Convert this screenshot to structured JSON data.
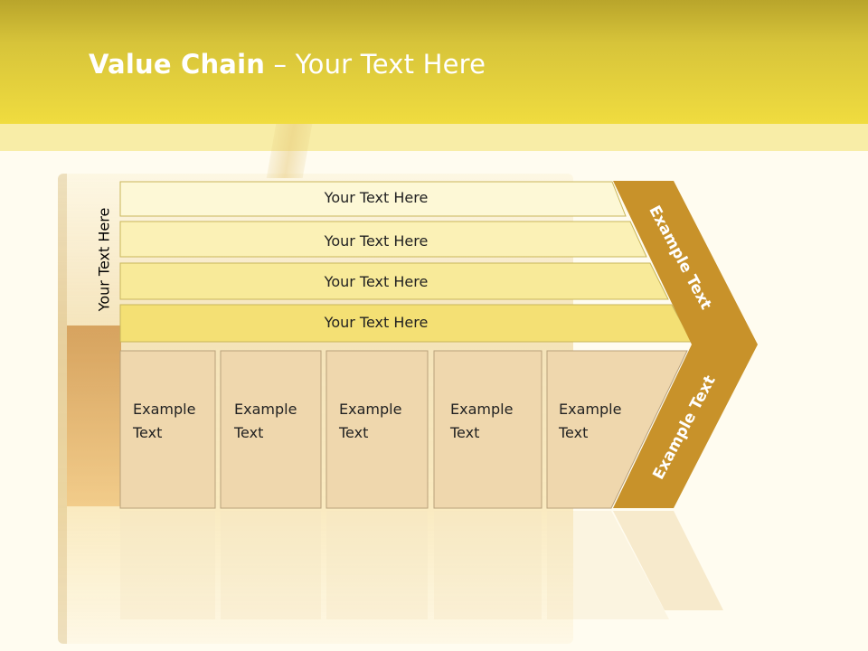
{
  "slide": {
    "title_bold": "Value Chain",
    "title_rest": " – Your Text Here",
    "vertical_label": "Your Text Here"
  },
  "bars": [
    {
      "label": "Your Text Here"
    },
    {
      "label": "Your Text Here"
    },
    {
      "label": "Your Text Here"
    },
    {
      "label": "Your Text Here"
    }
  ],
  "boxes": [
    {
      "line1": "Example",
      "line2": "Text"
    },
    {
      "line1": "Example",
      "line2": "Text"
    },
    {
      "line1": "Example",
      "line2": "Text"
    },
    {
      "line1": "Example",
      "line2": "Text"
    },
    {
      "line1": "Example",
      "line2": "Text"
    }
  ],
  "chevron": {
    "upper_label": "Example Text",
    "lower_label": "Example Text"
  },
  "colors": {
    "header": "#e9d23c",
    "bar_fills": [
      "#fdf8d6",
      "#fbf1b6",
      "#f8ea99",
      "#f4e074"
    ],
    "box_fill": "#efd7ad",
    "chevron_fill": "#c8922a"
  }
}
